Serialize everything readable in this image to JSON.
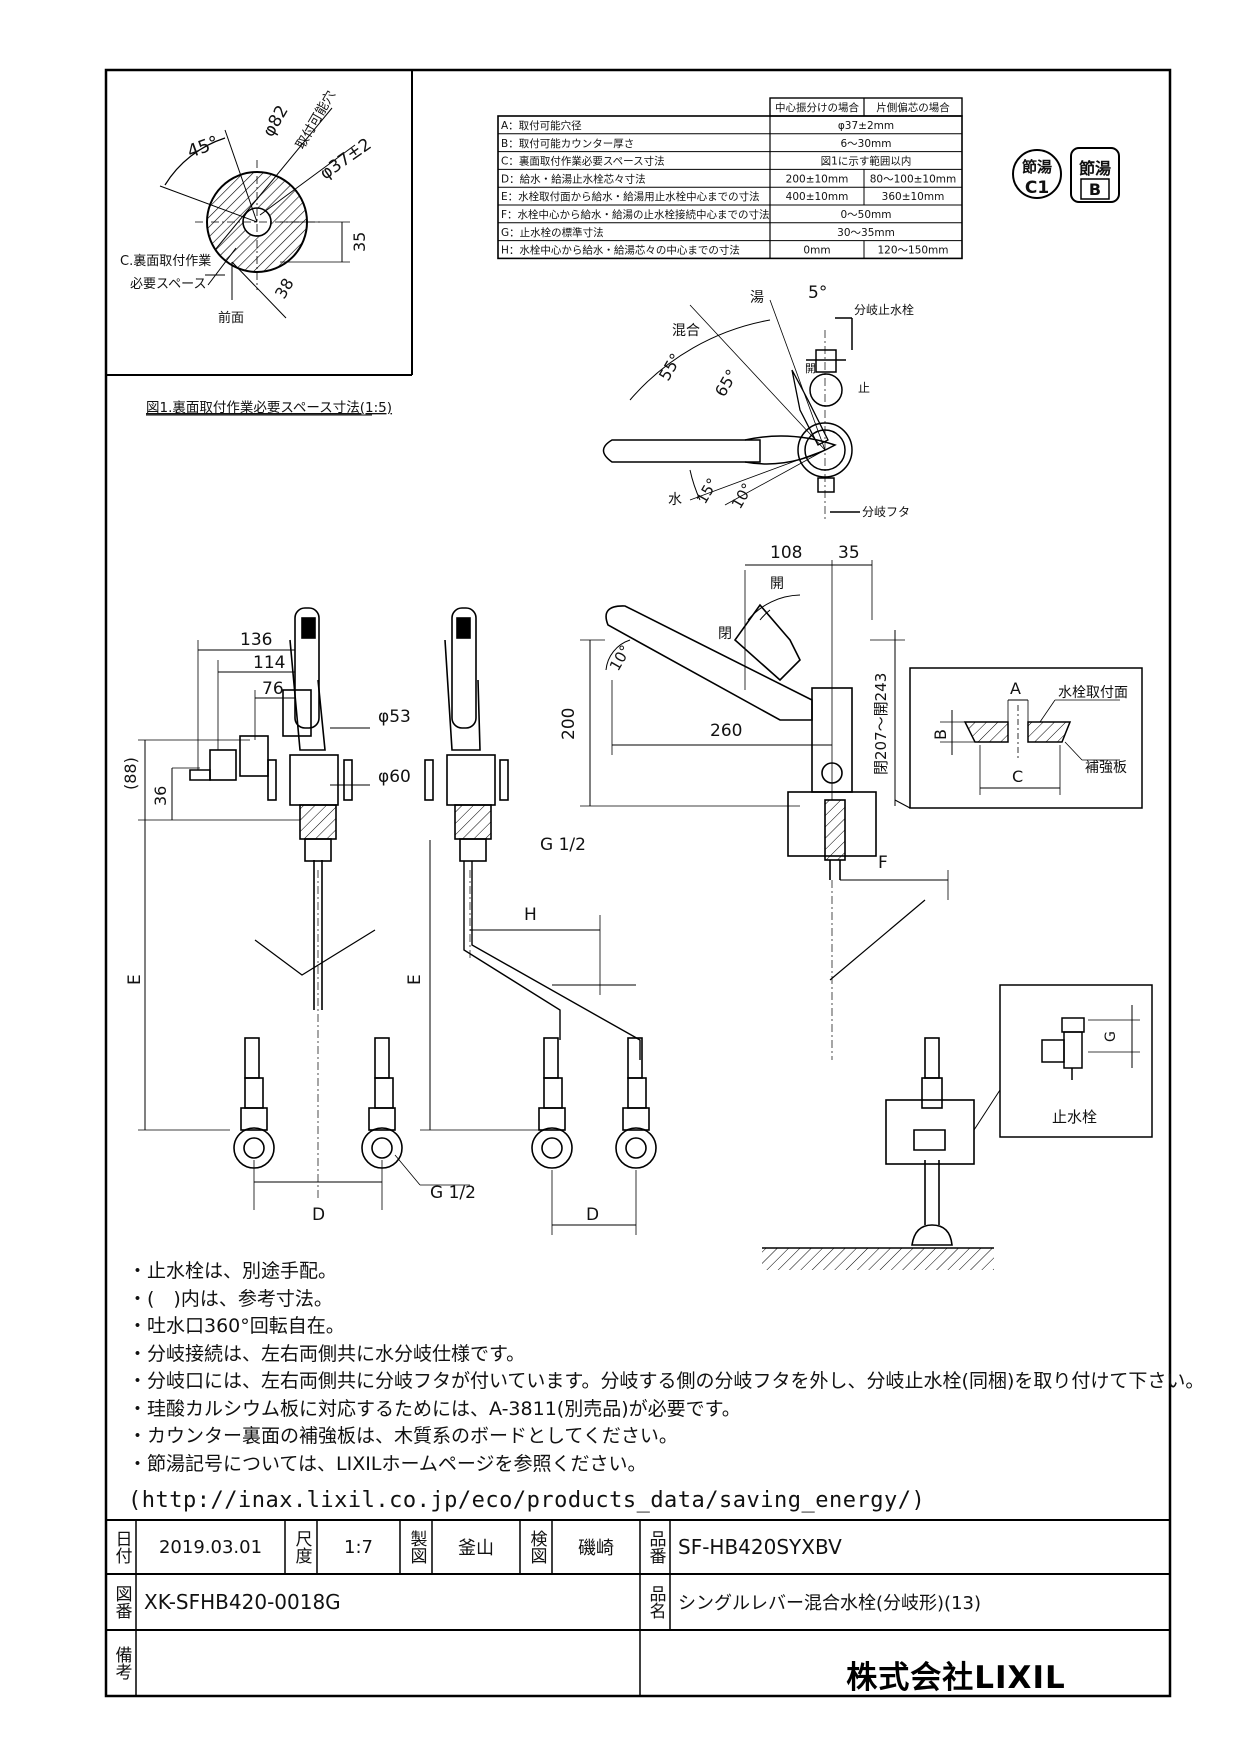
{
  "spec_table": {
    "headers": [
      "中心振分けの場合",
      "片側偏芯の場合"
    ],
    "rows": [
      {
        "label": "A：取付可能穴径",
        "v1": "φ37±2mm",
        "v2": ""
      },
      {
        "label": "B：取付可能カウンター厚さ",
        "v1": "6～30mm",
        "v2": ""
      },
      {
        "label": "C：裏面取付作業必要スペース寸法",
        "v1": "図1に示す範囲以内",
        "v2": ""
      },
      {
        "label": "D：給水・給湯止水栓芯々寸法",
        "v1": "200±10mm",
        "v2": "80～100±10mm"
      },
      {
        "label": "E：水栓取付面から給水・給湯用止水栓中心までの寸法",
        "v1": "400±10mm",
        "v2": "360±10mm"
      },
      {
        "label": "F：水栓中心から給水・給湯の止水栓接続中心までの寸法",
        "v1": "0～50mm",
        "v2": ""
      },
      {
        "label": "G：止水栓の標準寸法",
        "v1": "30～35mm",
        "v2": ""
      },
      {
        "label": "H：水栓中心から給水・給湯芯々の中心までの寸法",
        "v1": "0mm",
        "v2": "120～150mm"
      }
    ]
  },
  "badges": {
    "b1_top": "節湯",
    "b1_bottom": "C1",
    "b2_top": "節湯",
    "b2_bottom": "B"
  },
  "fig1": {
    "caption": "図1.裏面取付作業必要スペース寸法(1:5)",
    "angle": "45°",
    "dia_outer": "φ82",
    "hole_label": "取付可能穴",
    "dia_hole": "φ37±2",
    "dim_35": "35",
    "dim_38": "38",
    "space_label_1": "C.裏面取付作業",
    "space_label_2": "必要スペース",
    "front_label": "前面"
  },
  "top_view": {
    "hot": "湯",
    "angle_5": "5°",
    "mix": "混合",
    "angle_55": "55°",
    "angle_65": "65°",
    "water": "水",
    "angle_15": "15°",
    "angle_10": "10°",
    "branch_valve": "分岐止水栓",
    "branch_cover": "分岐フタ",
    "open": "開",
    "stop": "止"
  },
  "front_view": {
    "d136": "136",
    "d114": "114",
    "d76": "76",
    "d53": "φ53",
    "d60": "φ60",
    "d88": "(88)",
    "d36": "36",
    "g12": "G 1/2",
    "e": "E",
    "d": "D",
    "g12b": "G 1/2"
  },
  "side_view": {
    "e": "E",
    "h": "H",
    "d": "D"
  },
  "right_view": {
    "d108": "108",
    "d35": "35",
    "open1": "開",
    "close1": "閉",
    "angle_10": "10°",
    "d200": "200",
    "d260": "260",
    "d243": "閉207～開243",
    "f": "F"
  },
  "detail_a": {
    "a": "A",
    "b": "B",
    "c": "C",
    "surface": "水栓取付面",
    "plate": "補強板"
  },
  "detail_g": {
    "g": "G",
    "label": "止水栓"
  },
  "notes": [
    "・止水栓は、別途手配。",
    "・(　)内は、参考寸法。",
    "・吐水口360°回転自在。",
    "・分岐接続は、左右両側共に水分岐仕様です。",
    "・分岐口には、左右両側共に分岐フタが付いています。分岐する側の分岐フタを外し、分岐止水栓(同梱)を取り付けて下さい。",
    "・珪酸カルシウム板に対応するためには、A-3811(別売品)が必要です。",
    "・カウンター裏面の補強板は、木質系のボードとしてください。",
    "・節湯記号については、LIXILホームページを参照ください。"
  ],
  "url": "(http://inax.lixil.co.jp/eco/products_data/saving_energy/)",
  "title_block": {
    "date_label": "日付",
    "date": "2019.03.01",
    "scale_label": "尺度",
    "scale": "1:7",
    "drawn_label": "製図",
    "drawn": "釜山",
    "check_label": "検図",
    "check": "磯崎",
    "part_no_label": "品番",
    "part_no": "SF-HB420SYXBV",
    "drawing_no_label": "図番",
    "drawing_no": "XK-SFHB420-0018G",
    "name_label": "品名",
    "name": "シングルレバー混合水栓(分岐形)(13)",
    "remarks_label": "備考",
    "company": "株式会社LIXIL"
  }
}
